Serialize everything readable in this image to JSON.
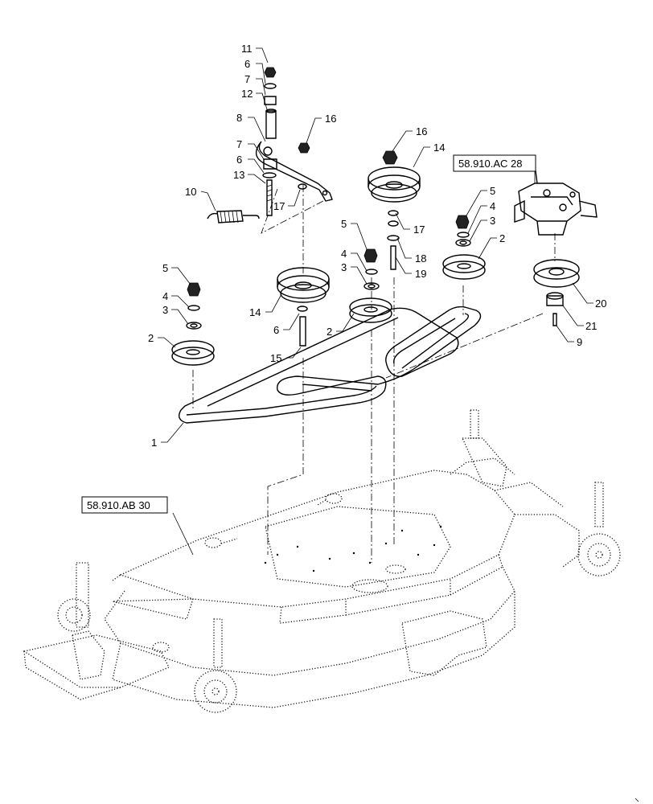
{
  "callouts": [
    {
      "id": "c11",
      "text": "11"
    },
    {
      "id": "c6a",
      "text": "6"
    },
    {
      "id": "c7a",
      "text": "7"
    },
    {
      "id": "c12",
      "text": "12"
    },
    {
      "id": "c8",
      "text": "8"
    },
    {
      "id": "c7b",
      "text": "7"
    },
    {
      "id": "c6b",
      "text": "6"
    },
    {
      "id": "c13",
      "text": "13"
    },
    {
      "id": "c10",
      "text": "10"
    },
    {
      "id": "c17a",
      "text": "17"
    },
    {
      "id": "c16a",
      "text": "16"
    },
    {
      "id": "c16b",
      "text": "16"
    },
    {
      "id": "c14a",
      "text": "14"
    },
    {
      "id": "c17b",
      "text": "17"
    },
    {
      "id": "c18",
      "text": "18"
    },
    {
      "id": "c19",
      "text": "19"
    },
    {
      "id": "c5a",
      "text": "5"
    },
    {
      "id": "c4a",
      "text": "4"
    },
    {
      "id": "c3a",
      "text": "3"
    },
    {
      "id": "c2a",
      "text": "2"
    },
    {
      "id": "c5b",
      "text": "5"
    },
    {
      "id": "c4b",
      "text": "4"
    },
    {
      "id": "c3b",
      "text": "3"
    },
    {
      "id": "c2b",
      "text": "2"
    },
    {
      "id": "c14b",
      "text": "14"
    },
    {
      "id": "c6c",
      "text": "6"
    },
    {
      "id": "c15",
      "text": "15"
    },
    {
      "id": "c5c",
      "text": "5"
    },
    {
      "id": "c4c",
      "text": "4"
    },
    {
      "id": "c3c",
      "text": "3"
    },
    {
      "id": "c2c",
      "text": "2"
    },
    {
      "id": "c20",
      "text": "20"
    },
    {
      "id": "c21",
      "text": "21"
    },
    {
      "id": "c9",
      "text": "9"
    },
    {
      "id": "c1",
      "text": "1"
    }
  ],
  "references": {
    "gearbox": "58.910.AC 28",
    "deck": "58.910.AB 30"
  }
}
